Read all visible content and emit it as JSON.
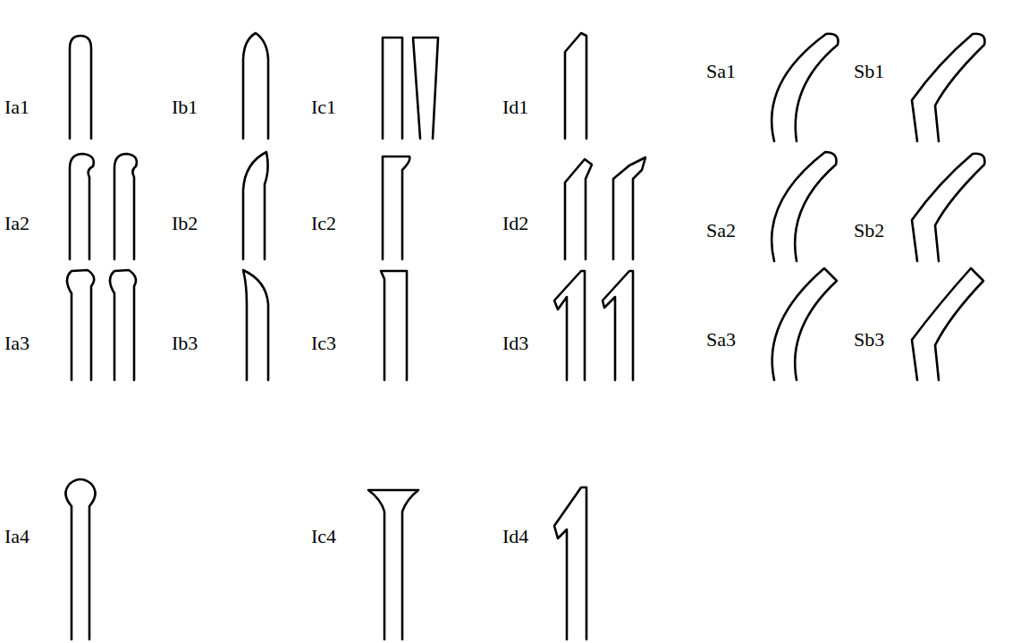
{
  "diagram": {
    "labels": [
      "Ia1",
      "Ib1",
      "Ic1",
      "Id1",
      "Sa1",
      "Sb1",
      "Ia2",
      "Ib2",
      "Ic2",
      "Id2",
      "Sa2",
      "Sb2",
      "Ia3",
      "Ib3",
      "Ic3",
      "Id3",
      "Sa3",
      "Sb3",
      "Ia4",
      "Ic4",
      "Id4"
    ]
  }
}
